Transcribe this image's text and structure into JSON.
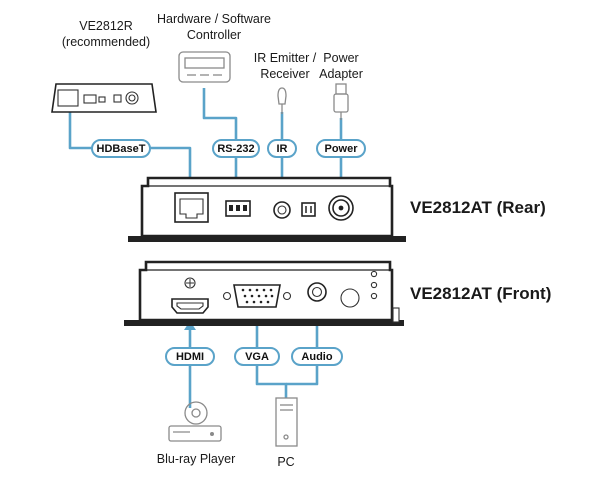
{
  "colors": {
    "cable": "#5aa3c9",
    "device_body": "#222222",
    "accessory": "#8a8a8a"
  },
  "devices": {
    "rear_title": "VE2812AT (Rear)",
    "front_title": "VE2812AT (Front)"
  },
  "peripherals": {
    "receiver_line1": "VE2812R",
    "receiver_line2": "(recommended)",
    "controller_line1": "Hardware / Software",
    "controller_line2": "Controller",
    "ir_line1": "IR Emitter /",
    "ir_line2": "Receiver",
    "power_line1": "Power",
    "power_line2": "Adapter",
    "bluray": "Blu-ray Player",
    "pc": "PC"
  },
  "cables": {
    "hdbaset": "HDBaseT",
    "rs232": "RS-232",
    "ir": "IR",
    "power": "Power",
    "hdmi": "HDMI",
    "vga": "VGA",
    "audio": "Audio"
  }
}
